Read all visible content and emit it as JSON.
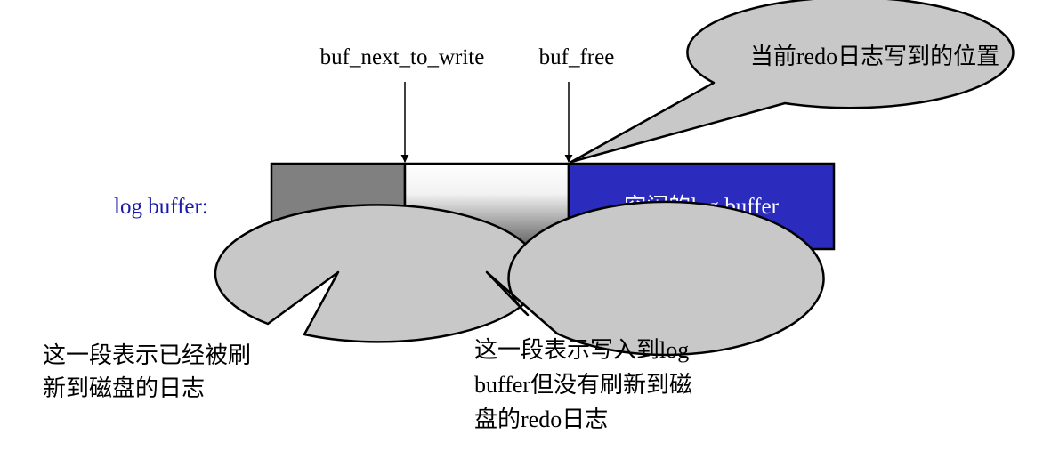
{
  "buffer": {
    "label": "log buffer:",
    "free_text": "空闲的log buffer"
  },
  "pointers": {
    "next_to_write": "buf_next_to_write",
    "free": "buf_free"
  },
  "callouts": {
    "current_position": "当前redo日志写到的位置",
    "flushed": [
      "这一段表示已经被刷",
      "新到磁盘的日志"
    ],
    "written": [
      "这一段表示写入到log",
      "buffer但没有刷新到磁",
      "盘的redo日志"
    ]
  },
  "colors": {
    "flushed_segment": "#808080",
    "free_segment": "#2b2bbd",
    "bubble_fill": "#c8c8c8",
    "label_blue": "#1a1aa8"
  }
}
